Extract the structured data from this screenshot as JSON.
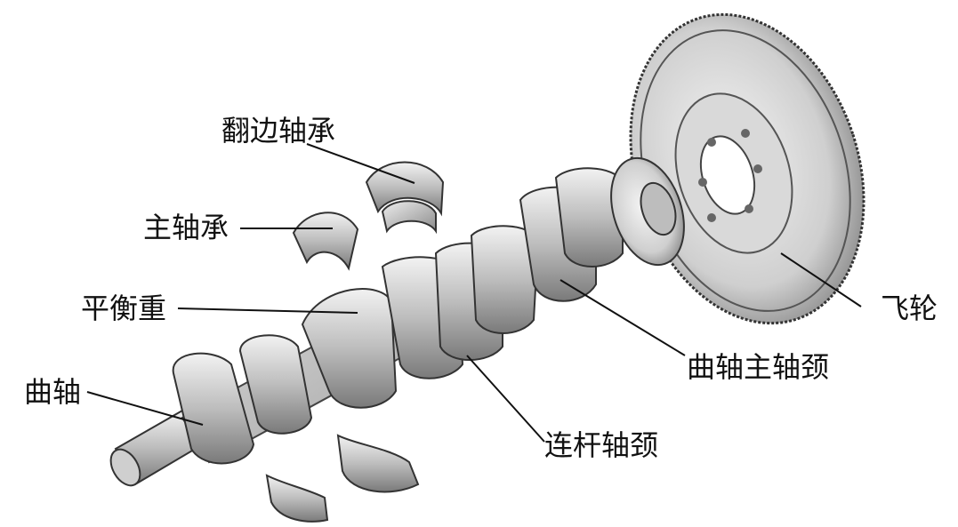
{
  "diagram": {
    "labels": {
      "flange_bearing": "翻边轴承",
      "main_bearing": "主轴承",
      "counterweight": "平衡重",
      "crankshaft": "曲轴",
      "flywheel": "飞轮",
      "main_journal": "曲轴主轴颈",
      "rod_journal": "连杆轴颈"
    }
  },
  "colors": {
    "ink": "#111111",
    "metal_light": "#e6e6e6",
    "metal_mid": "#b8b8b8",
    "metal_dark": "#6f6f6f"
  }
}
